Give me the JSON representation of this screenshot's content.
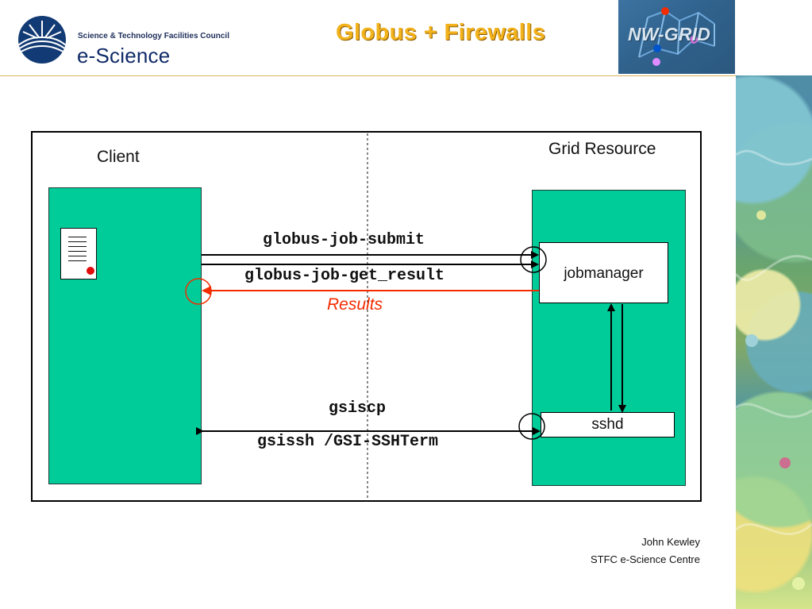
{
  "header": {
    "organization_line": "Science & Technology Facilities Council",
    "logo_text": "e-Science",
    "title": "Globus + Firewalls",
    "partner_logo_text": "NW-GRID"
  },
  "diagram": {
    "client_label": "Client",
    "resource_label": "Grid Resource",
    "jobmanager_label": "jobmanager",
    "sshd_label": "sshd",
    "commands": {
      "submit": "globus-job-submit",
      "get_result": "globus-job-get_result",
      "results": "Results",
      "gsiscp": "gsiscp",
      "gsissh": "gsissh /GSI-SSHTerm"
    },
    "colors": {
      "resource_fill": "#00cc99",
      "results_arrow": "#f32c00",
      "title": "#f2b21b"
    },
    "icons": {
      "client_document": "document-icon",
      "org_logo": "stfc-logo",
      "partner_logo": "nw-grid-logo"
    }
  },
  "footer": {
    "author": "John Kewley",
    "organization": "STFC e-Science Centre"
  }
}
